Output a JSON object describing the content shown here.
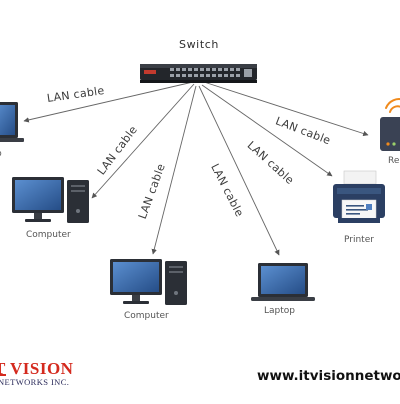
{
  "switch": {
    "label": "Switch"
  },
  "cables": {
    "c1": "LAN cable",
    "c2": "LAN cable",
    "c3": "LAN cable",
    "c4": "LAN cable",
    "c5": "LAN cable",
    "c6": "LAN cable"
  },
  "devices": {
    "laptop_left": "p",
    "computer_left": "Computer",
    "computer_bottom": "Computer",
    "laptop_bottom": "Laptop",
    "printer": "Printer",
    "router": "Re"
  },
  "brand": {
    "logo_text": "T VISION",
    "logo_sub": "NETWORKS INC.",
    "website": "www.itvisionnetwor"
  },
  "colors": {
    "brand_red": "#d42a1e",
    "screen_blue": "#2f5f9e",
    "device_dark": "#2b2f36",
    "router_signal": "#f08a1c"
  },
  "icons": [
    "switch-icon",
    "laptop-icon",
    "computer-icon",
    "printer-icon",
    "router-icon",
    "wifi-icon"
  ]
}
